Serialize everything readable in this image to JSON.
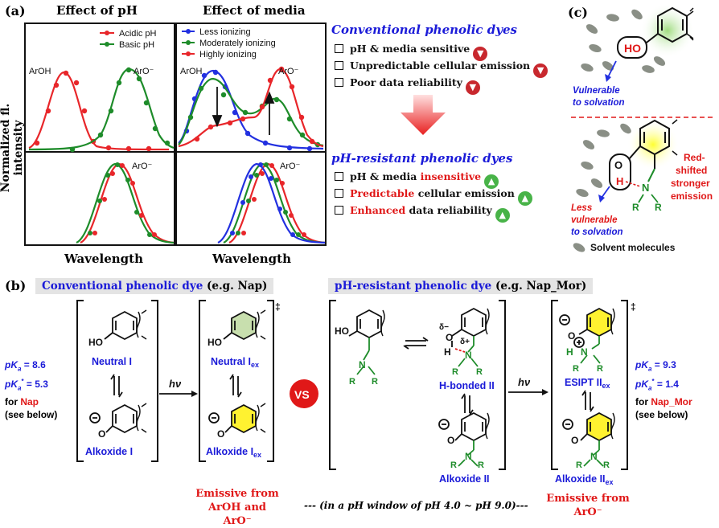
{
  "panel_a": {
    "label": "(a)",
    "col1_title": "Effect of pH",
    "col2_title": "Effect of media",
    "ylabel": "Normalized fl. intensity",
    "xlabel1": "Wavelength",
    "xlabel2": "Wavelength",
    "legend1": [
      "Acidic pH",
      "Basic pH"
    ],
    "legend2": [
      "Less ionizing",
      "Moderately ionizing",
      "Highly ionizing"
    ],
    "tl_aroh": "ArOH",
    "tl_aro": "ArO⁻",
    "tr_aroh": "ArOH",
    "tr_aro": "ArO⁻",
    "bl_aro": "ArO⁻",
    "br_aro": "ArO⁻",
    "colors": {
      "red": "#e8262a",
      "green": "#1e8c2a",
      "blue": "#2230e0"
    }
  },
  "conventional": {
    "title": "Conventional phenolic dyes",
    "items": [
      "pH & media sensitive",
      "Unpredictable cellular emission",
      "Poor data reliability"
    ]
  },
  "resistant": {
    "title": "pH-resistant phenolic dyes",
    "items": [
      {
        "pre": "",
        "hl": "pH & media ",
        "hl2": "insensitive",
        "post": ""
      },
      {
        "pre": "",
        "hl": "Predictable",
        "post": " cellular emission"
      },
      {
        "pre": "",
        "hl": "Enhanced",
        "post": " data reliability"
      }
    ]
  },
  "panel_c": {
    "label": "(c)",
    "ho": "HO",
    "vulnerable": "Vulnerable to solvation",
    "vulnerable_l1": "Vulnerable",
    "vulnerable_l2": "to solvation",
    "less_l1": "Less",
    "less_l2": "vulnerable",
    "less_l3": "to solvation",
    "red_l1": "Red-",
    "red_l2": "shifted",
    "red_l3": "stronger",
    "red_l4": "emission",
    "solvent": "Solvent molecules",
    "o": "O",
    "h": "H",
    "n": "N",
    "r1": "R",
    "r2": "R"
  },
  "panel_b": {
    "label": "(b)",
    "conv_title_main": "Conventional phenolic dye",
    "conv_title_eg": " (e.g. Nap)",
    "res_title_main": "pH-resistant phenolic dye",
    "res_title_eg": " (e.g. Nap_Mor)",
    "pka_left": "pK",
    "pka_left_val": " = 8.6",
    "pka_left_star_val": " = 5.3",
    "for_left": "for ",
    "nap": "Nap",
    "see_below": "(see below)",
    "neutral1": "Neutral I",
    "alkoxide1": "Alkoxide I",
    "neutral_ex": "Neutral I",
    "alkoxide_ex": "Alkoxide I",
    "ex_sub": "ex",
    "hv": "hν",
    "vs": "VS",
    "hbonded": "H-bonded II",
    "alkoxide2": "Alkoxide II",
    "esipt": "ESIPT II",
    "alkoxide2ex": "Alkoxide II",
    "pka_right_val": " = 9.3",
    "pka_right_star_val": " = 1.4",
    "for_right": "for ",
    "napmor": "Nap_Mor",
    "emissive_left_l1": "Emissive from",
    "emissive_left_l2": "ArOH and ArO⁻",
    "window": "--- (in a pH window of pH 4.0 ~ pH 9.0)---",
    "emissive_right_l1": "Emissive from",
    "emissive_right_l2": "ArO⁻",
    "ho": "HO",
    "o": "O",
    "h": "H",
    "n": "N",
    "r": "R",
    "delta_minus": "δ−",
    "delta_plus": "δ+",
    "ddagger": "‡"
  }
}
